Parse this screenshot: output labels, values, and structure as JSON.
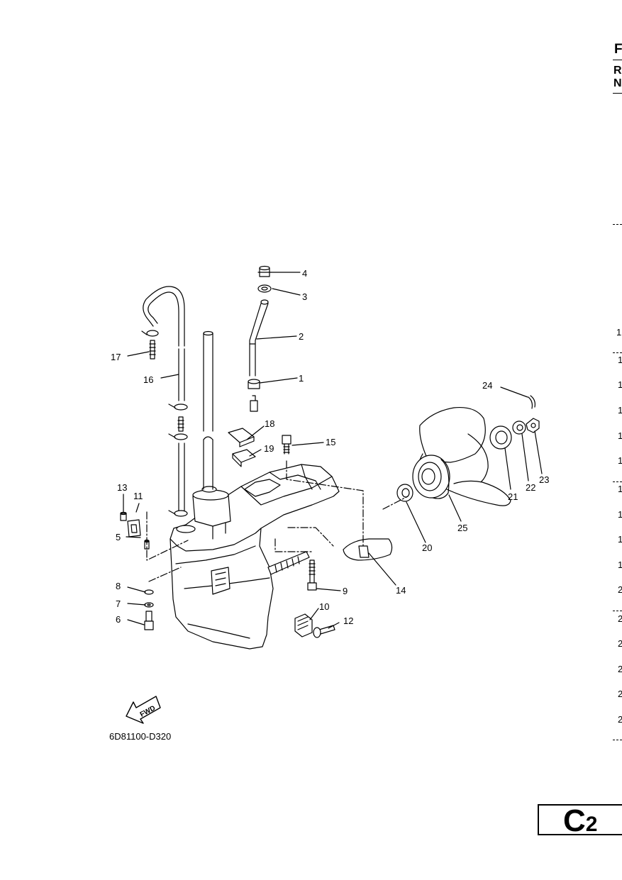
{
  "edge_header": [
    "F",
    "R",
    "N"
  ],
  "edge_numbers": [
    "1",
    "1",
    "1",
    "1",
    "1",
    "1",
    "1",
    "1",
    "1",
    "1",
    "2",
    "2",
    "2",
    "2",
    "2",
    "2"
  ],
  "diagram_code": "6D81100-D320",
  "fwd_label": "FWD",
  "page_label": {
    "letter": "C",
    "number": "2"
  },
  "callouts": [
    "1",
    "2",
    "3",
    "4",
    "5",
    "6",
    "7",
    "8",
    "9",
    "10",
    "11",
    "12",
    "13",
    "14",
    "15",
    "16",
    "17",
    "18",
    "19",
    "20",
    "21",
    "22",
    "23",
    "24",
    "25"
  ]
}
